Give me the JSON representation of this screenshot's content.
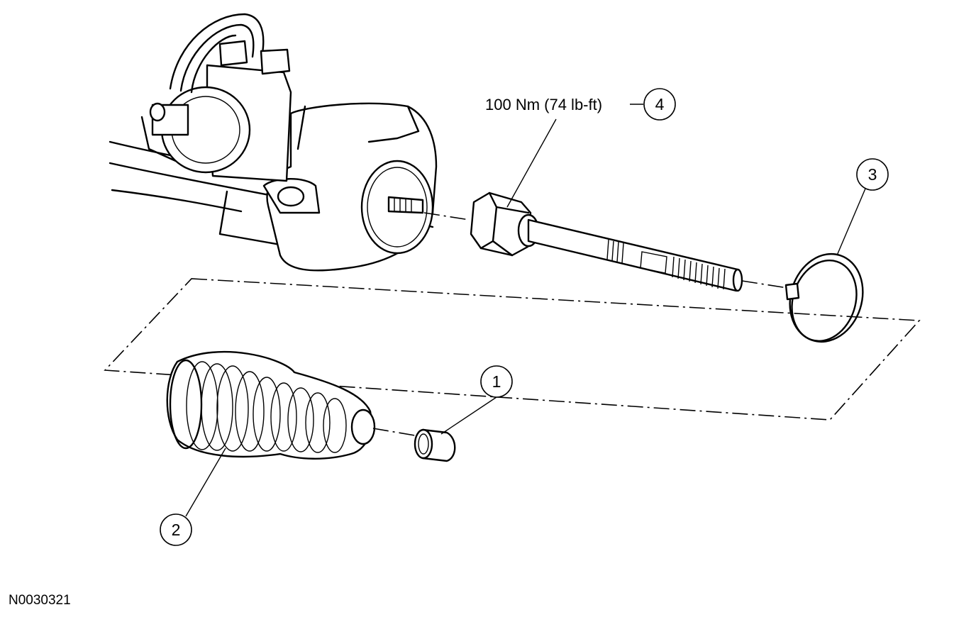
{
  "figure": {
    "id_label": "N0030321"
  },
  "torque_spec": {
    "text": "100 Nm (74 lb-ft)"
  },
  "callouts": [
    {
      "number": "1"
    },
    {
      "number": "2"
    },
    {
      "number": "3"
    },
    {
      "number": "4"
    }
  ]
}
